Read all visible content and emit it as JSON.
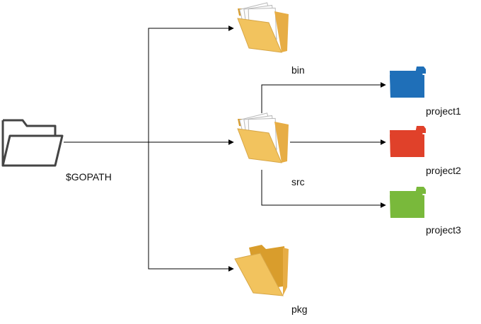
{
  "diagram": {
    "nodes": {
      "gopath": {
        "label": "$GOPATH",
        "icon": "open-folder-outline-icon"
      },
      "bin": {
        "label": "bin",
        "icon": "folder-with-papers-icon"
      },
      "src": {
        "label": "src",
        "icon": "folder-with-papers-icon"
      },
      "pkg": {
        "label": "pkg",
        "icon": "open-folder-icon"
      },
      "project1": {
        "label": "project1",
        "icon": "folder-icon",
        "color": "#1f6fb8"
      },
      "project2": {
        "label": "project2",
        "icon": "folder-icon",
        "color": "#e0412a"
      },
      "project3": {
        "label": "project3",
        "icon": "folder-icon",
        "color": "#79b93b"
      }
    },
    "colors": {
      "manila": "#f2c35e",
      "manila_dark": "#d99d2c",
      "connector": "#000000"
    },
    "edges": [
      {
        "from": "$GOPATH",
        "to": "bin"
      },
      {
        "from": "$GOPATH",
        "to": "src"
      },
      {
        "from": "$GOPATH",
        "to": "pkg"
      },
      {
        "from": "src",
        "to": "project1"
      },
      {
        "from": "src",
        "to": "project2"
      },
      {
        "from": "src",
        "to": "project3"
      }
    ]
  }
}
